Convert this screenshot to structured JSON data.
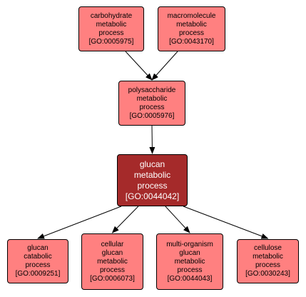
{
  "diagram": {
    "nodes": [
      {
        "id": "carb",
        "lines": [
          "carbohydrate",
          "metabolic",
          "process",
          "[GO:0005975]"
        ]
      },
      {
        "id": "macro",
        "lines": [
          "macromolecule",
          "metabolic",
          "process",
          "[GO:0043170]"
        ]
      },
      {
        "id": "poly",
        "lines": [
          "polysaccharide",
          "metabolic",
          "process",
          "[GO:0005976]"
        ]
      },
      {
        "id": "glucan",
        "lines": [
          "glucan",
          "metabolic",
          "process",
          "[GO:0044042]"
        ]
      },
      {
        "id": "gcat",
        "lines": [
          "glucan",
          "catabolic",
          "process",
          "[GO:0009251]"
        ]
      },
      {
        "id": "cell",
        "lines": [
          "cellular",
          "glucan",
          "metabolic",
          "process",
          "[GO:0006073]"
        ]
      },
      {
        "id": "multi",
        "lines": [
          "multi-organism",
          "glucan",
          "metabolic",
          "process",
          "[GO:0044043]"
        ]
      },
      {
        "id": "cellu",
        "lines": [
          "cellulose",
          "metabolic",
          "process",
          "[GO:0030243]"
        ]
      }
    ],
    "edges": [
      {
        "from": "carb",
        "to": "poly"
      },
      {
        "from": "macro",
        "to": "poly"
      },
      {
        "from": "poly",
        "to": "glucan"
      },
      {
        "from": "glucan",
        "to": "gcat"
      },
      {
        "from": "glucan",
        "to": "cell"
      },
      {
        "from": "glucan",
        "to": "multi"
      },
      {
        "from": "glucan",
        "to": "cellu"
      }
    ],
    "colors": {
      "node_fill": "#ff8080",
      "focus_fill": "#a52a2a",
      "edge": "#000000"
    }
  }
}
